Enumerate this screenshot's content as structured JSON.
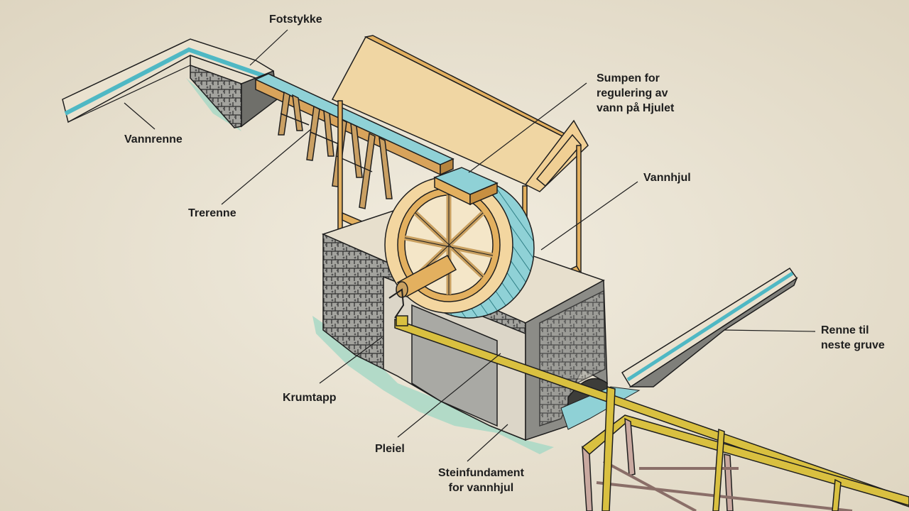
{
  "labels": {
    "fotstykke": "Fotstykke",
    "vannrenne": "Vannrenne",
    "trerenne": "Trerenne",
    "sumpen": "Sumpen for\nregulering av\nvann på Hjulet",
    "vannhjul": "Vannhjul",
    "renne_til": "Renne til\nneste gruve",
    "krumtapp": "Krumtapp",
    "pleiel": "Pleiel",
    "steinfundament": "Steinfundament\nfor vannhjul"
  },
  "colors": {
    "background": "#ece6d6",
    "stone": "#9b9b96",
    "stone_dark": "#7f7f7a",
    "wood": "#e3b05f",
    "wood_light": "#f0cf94",
    "water": "#8fd1d6",
    "grass": "#a8d8c6",
    "rod": "#d9c040",
    "ink": "#1e1e1e"
  }
}
